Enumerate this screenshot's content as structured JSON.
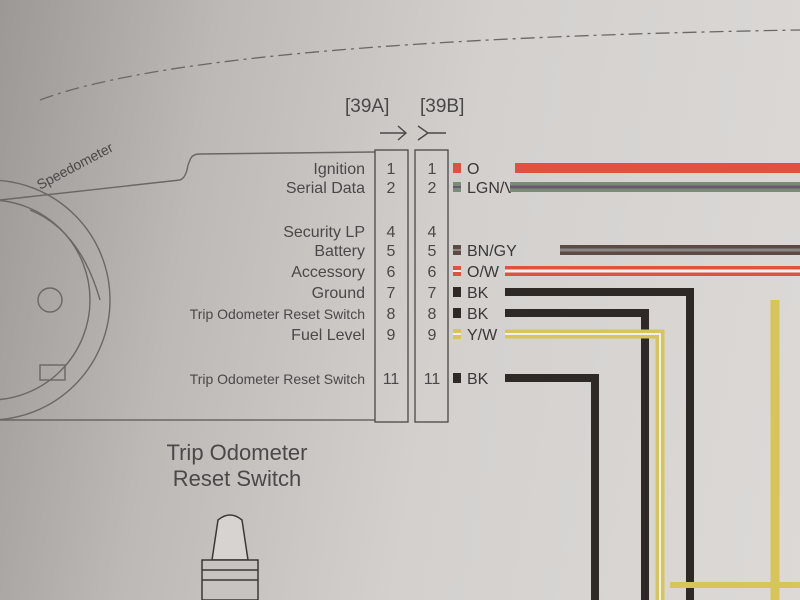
{
  "diagram": {
    "component_label": "Speedometer",
    "connector_a": "[39A]",
    "connector_b": "[39B]",
    "switch_title_line1": "Trip Odometer",
    "switch_title_line2": "Reset Switch",
    "circuits": [
      {
        "name": "Ignition",
        "pin": "1",
        "wire": "O",
        "colors": [
          "#e0523f"
        ]
      },
      {
        "name": "Serial Data",
        "pin": "2",
        "wire": "LGN/V",
        "colors": [
          "#7c8a78",
          "#6a5870"
        ]
      },
      {
        "name": "Security LP",
        "pin": "4",
        "wire": "",
        "colors": []
      },
      {
        "name": "Battery",
        "pin": "5",
        "wire": "BN/GY",
        "colors": [
          "#5e4a44",
          "#8a8684"
        ]
      },
      {
        "name": "Accessory",
        "pin": "6",
        "wire": "O/W",
        "colors": [
          "#e0523f",
          "#f2eeee"
        ]
      },
      {
        "name": "Ground",
        "pin": "7",
        "wire": "BK",
        "colors": [
          "#2e2826"
        ]
      },
      {
        "name": "Trip Odometer Reset Switch",
        "pin": "8",
        "wire": "BK",
        "colors": [
          "#2e2826"
        ]
      },
      {
        "name": "Fuel Level",
        "pin": "9",
        "wire": "Y/W",
        "colors": [
          "#d8c55a",
          "#f2eeee"
        ]
      },
      {
        "name": "Trip Odometer Reset Switch",
        "pin": "11",
        "wire": "BK",
        "colors": [
          "#2e2826"
        ]
      }
    ]
  }
}
